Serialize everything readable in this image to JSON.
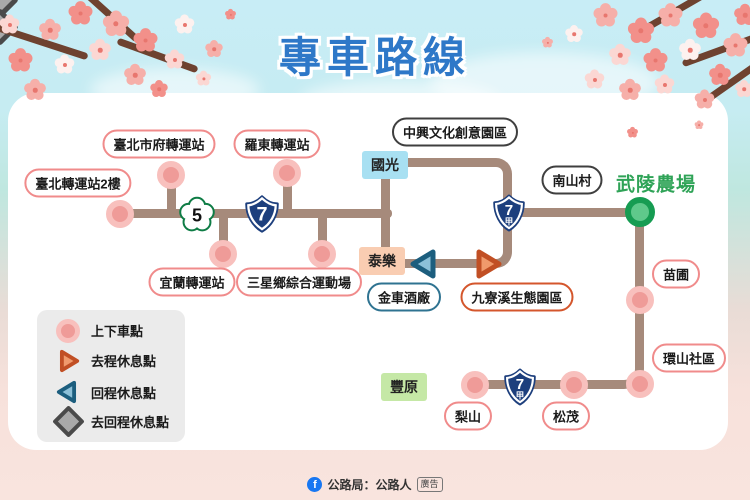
{
  "title": "專車路線",
  "stations": {
    "taipei_2f": "臺北轉運站2樓",
    "taipei_city_hall": "臺北市府轉運站",
    "luodong": "羅東轉運站",
    "yilan": "宜蘭轉運站",
    "sanxing": "三星鄉綜合運動場",
    "zhongxing_park": "中興文化創意園區",
    "nanshan": "南山村",
    "wuling_farm": "武陵農場",
    "kingcar_distillery": "金車酒廠",
    "jiuliaoxi_park": "九寮溪生態園區",
    "miaopu": "苗圃",
    "huanshan": "環山社區",
    "lishan": "梨山",
    "songmao": "松茂"
  },
  "waypoints": {
    "guoguang": "國光",
    "taile": "泰樂",
    "fengyuan": "豐原"
  },
  "shields": {
    "freeway_5": "5",
    "provincial_7": "7",
    "provincial_7a_number": "7",
    "provincial_7a_suffix": "甲"
  },
  "legend": {
    "items": [
      {
        "icon": "stop-circle-icon",
        "label": "上下車點"
      },
      {
        "icon": "outbound-rest-icon",
        "label": "去程休息點"
      },
      {
        "icon": "return-rest-icon",
        "label": "回程休息點"
      },
      {
        "icon": "roundtrip-rest-icon",
        "label": "去回程休息點"
      }
    ]
  },
  "footer": {
    "facebook_letter": "f",
    "brand": "公路局：公路人",
    "ad_badge": "廣告"
  },
  "colors": {
    "title_blue": "#2E78C8",
    "route_line": "#A68A7B",
    "stop_pink": "#EF9B98",
    "stop_ring": "#F8C0BD",
    "terminal_green": "#5FC98B",
    "terminal_ring": "#169C52",
    "outbound_orange": "#D4562C",
    "return_blue": "#1C5E7E",
    "rest_gray": "#4A4A4A",
    "wuling_text_green": "#2FA357",
    "guoguang_box": "#A8E0F2",
    "taile_box": "#F9CDB2",
    "fengyuan_box": "#C5E8A6"
  }
}
